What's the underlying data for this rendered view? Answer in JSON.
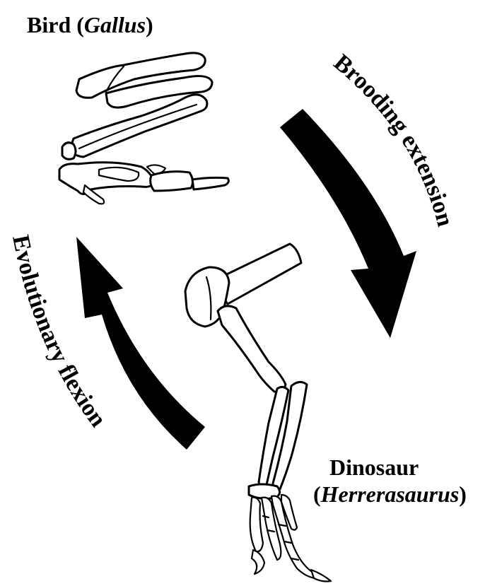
{
  "bird_label": {
    "name": "Bird",
    "genus": "Gallus",
    "open": "(",
    "close": ")"
  },
  "dinosaur_label": {
    "name": "Dinosaur",
    "genus": "Herrerasaurus",
    "open": "(",
    "close": ")"
  },
  "arrow_right_text": "Brooding extension",
  "arrow_left_text": "Evolutionary flexion"
}
